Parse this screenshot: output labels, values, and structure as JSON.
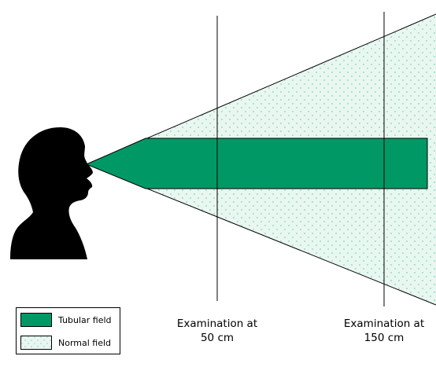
{
  "legend": {
    "tubular": {
      "label": "Tubular field",
      "color": "#009966"
    },
    "normal": {
      "label": "Normal field",
      "color": "#e9f7f1"
    }
  },
  "captions": [
    {
      "line1": "Examination at",
      "line2": "50 cm"
    },
    {
      "line1": "Examination at",
      "line2": "150 cm"
    }
  ],
  "colors": {
    "tubular": "#009966",
    "normal_fill": "#e9f7f1",
    "dots": "#8dcfb4",
    "silhouette": "#000000"
  }
}
